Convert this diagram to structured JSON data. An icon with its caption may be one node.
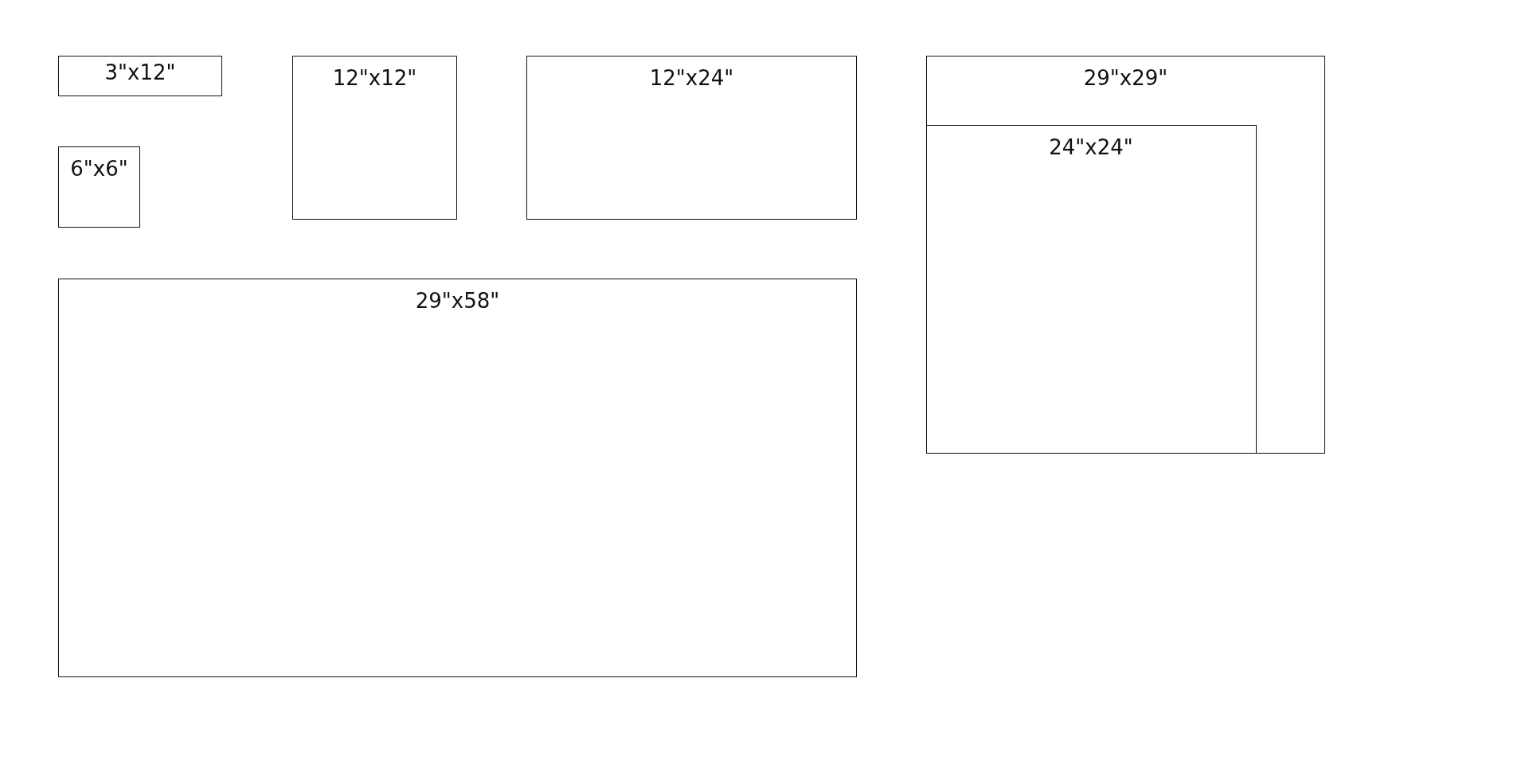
{
  "diagram": {
    "nodes": [
      {
        "text": [
          "3\"x12\""
        ]
      },
      {
        "text": [
          "12\"x12\""
        ]
      },
      {
        "text": [
          "12\"x24\""
        ]
      },
      {
        "text": [
          "29\"x29\""
        ]
      },
      {
        "text": [
          "24\"x24\""
        ],
        "in": 3
      },
      {
        "text": [
          "6\"x6\""
        ]
      },
      {
        "text": [
          "29\"x58\""
        ]
      }
    ]
  }
}
